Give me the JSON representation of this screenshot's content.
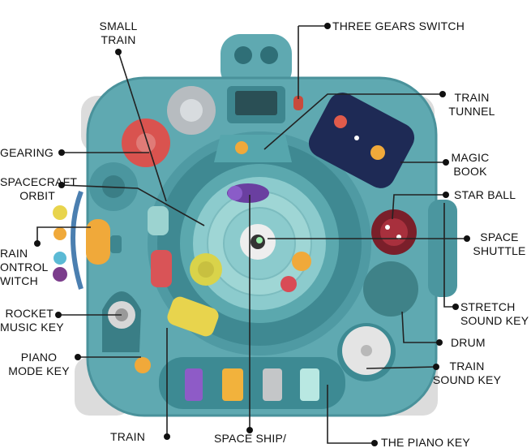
{
  "labels": {
    "small_train": [
      "SMALL",
      "TRAIN"
    ],
    "three_gears_switch": "THREE GEARS SWITCH",
    "train_tunnel": [
      "TRAIN",
      "TUNNEL"
    ],
    "gearing": "GEARING",
    "magic_book": [
      "MAGIC",
      "BOOK"
    ],
    "spacecraft_orbit": [
      "SPACECRAFT",
      "ORBIT"
    ],
    "star_ball": "STAR BALL",
    "space_shuttle": [
      "SPACE",
      "SHUTTLE"
    ],
    "train_control_switch": [
      "RAIN",
      "ONTROL",
      "WITCH"
    ],
    "stretch_sound_key": [
      "STRETCH",
      "SOUND KEY"
    ],
    "rocket_music_key": [
      "ROCKET",
      "MUSIC KEY"
    ],
    "drum": "DRUM",
    "piano_mode_key": [
      "PIANO",
      "MODE KEY"
    ],
    "train_sound_key": [
      "TRAIN",
      "SOUND KEY"
    ],
    "train_bottom": "TRAIN",
    "space_ship": "SPACE SHIP/",
    "the_piano_key": "THE PIANO KEY"
  },
  "colors": {
    "body": "#5fa9b1",
    "body_dark": "#3d8a93",
    "inner": "#8ccbcd",
    "track": "#4f9aa3",
    "label_text": "#111111",
    "leader_line": "#222222",
    "gear_red": "#d9534f",
    "gear_gray": "#b7bcc0",
    "book_navy": "#1e2a55",
    "drum": "#3f8288",
    "star_ball": "#7a1f2a"
  }
}
